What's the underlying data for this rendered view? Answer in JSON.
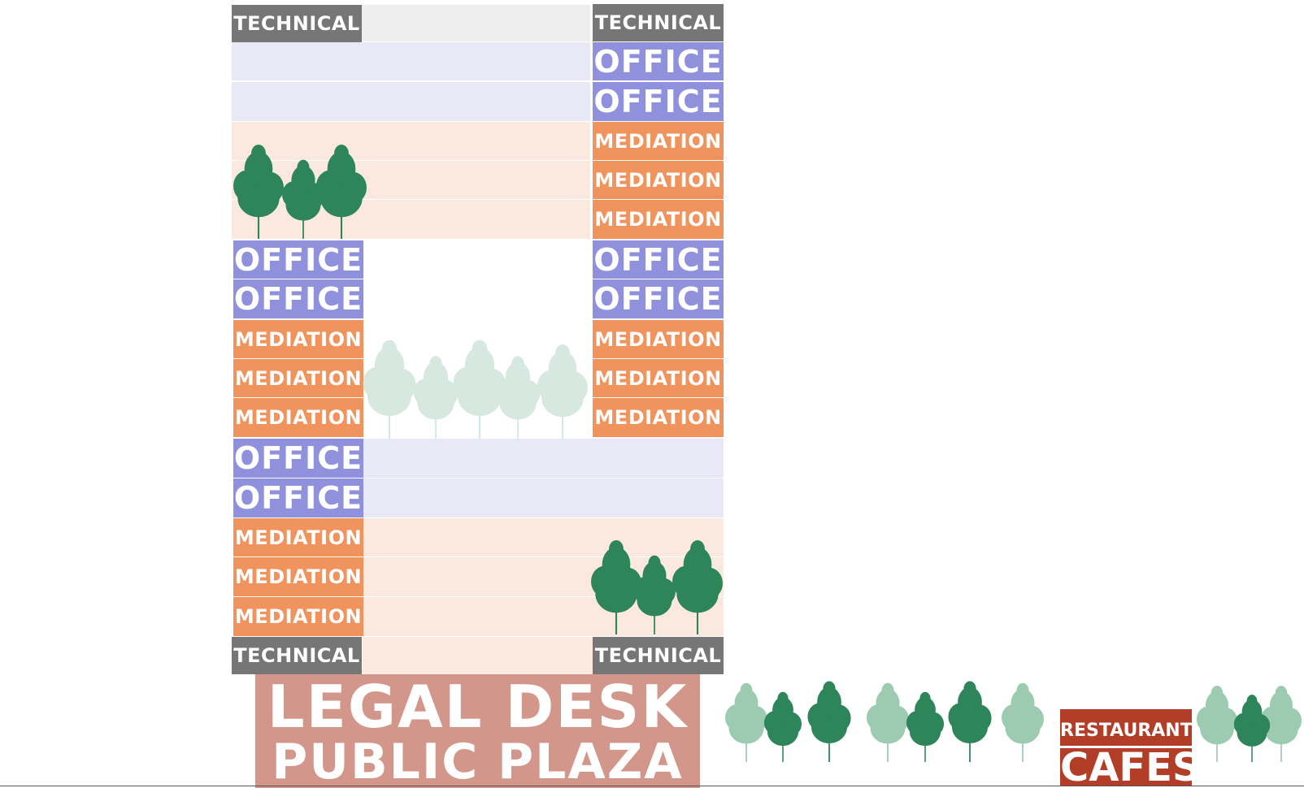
{
  "labels": {
    "technical": "TECHNICAL",
    "office": "OFFICE",
    "mediation": "MEDIATION"
  },
  "plaza": {
    "line1": "LEGAL DESK",
    "line2": "PUBLIC PLAZA"
  },
  "restaurant": {
    "line1": "RESTAURANT",
    "line2": "CAFES"
  },
  "colors": {
    "technical": "#767676",
    "technical_band": "#eeeeee",
    "office": "#8f91dc",
    "office_band": "#e8e8f7",
    "mediation": "#f0935d",
    "mediation_band": "#fbe9df",
    "plaza": "#d2968a",
    "restaurant": "#b23e28",
    "tree_dark": "#2d8559",
    "tree_mid": "#9ccbb2",
    "tree_light": "#d6e8df"
  },
  "icons": [
    "tree-icon"
  ]
}
